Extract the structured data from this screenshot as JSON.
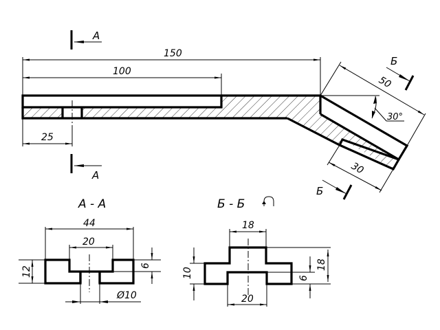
{
  "drawing": {
    "main_view": {
      "section_mark_a": "A",
      "section_mark_b": "Б",
      "dimensions": {
        "overall_length": "150",
        "top_plate_length": "100",
        "hole_position": "25",
        "arm_length": "50",
        "arm_slot_length": "30",
        "bend_angle": "30°"
      }
    },
    "section_a": {
      "title": "А - А",
      "dimensions": {
        "width": "44",
        "slot_width": "20",
        "height": "12",
        "slot_depth": "6",
        "hole_diameter": "Ø10"
      }
    },
    "section_b": {
      "title": "Б - Б",
      "rotation_symbol": "rotated-view-icon",
      "dimensions": {
        "top_width": "18",
        "flange_height": "10",
        "total_height": "18",
        "groove_depth": "6",
        "groove_width": "20"
      }
    }
  }
}
